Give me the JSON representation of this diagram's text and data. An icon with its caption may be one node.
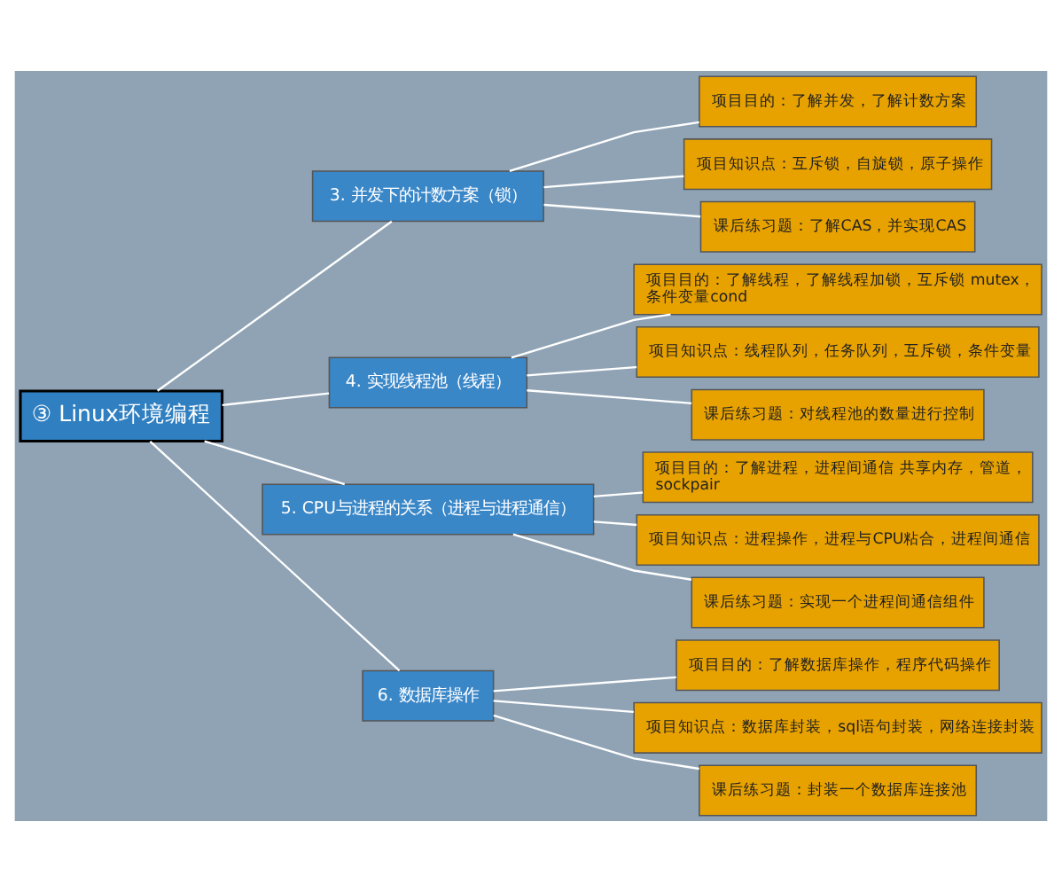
{
  "diagram": {
    "nodes": [
      {
        "text": [
          "③ Linux环境编程"
        ]
      },
      {
        "text": [
          "3. 并发下的计数方案（锁）"
        ]
      },
      {
        "text": [
          "项目目的：了解并发，了解计数方案"
        ]
      },
      {
        "text": [
          "项目知识点：互斥锁，自旋锁，原子操作"
        ]
      },
      {
        "text": [
          "课后练习题：了解CAS，并实现CAS"
        ]
      },
      {
        "text": [
          "4. 实现线程池（线程）"
        ]
      },
      {
        "text": [
          "项目目的：了解线程，了解线程加锁，互斥锁 mutex，条件变量cond"
        ]
      },
      {
        "text": [
          "项目知识点：线程队列，任务队列，互斥锁，条件变量"
        ]
      },
      {
        "text": [
          "课后练习题：对线程池的数量进行控制"
        ]
      },
      {
        "text": [
          "5. CPU与进程的关系（进程与进程通信）"
        ]
      },
      {
        "text": [
          "项目目的：了解进程，进程间通信 共享内存，管道，sockpair"
        ]
      },
      {
        "text": [
          "项目知识点：进程操作，进程与CPU粘合，进程间通信"
        ]
      },
      {
        "text": [
          "课后练习题：实现一个进程间通信组件"
        ]
      },
      {
        "text": [
          "6. 数据库操作"
        ]
      },
      {
        "text": [
          "项目目的：了解数据库操作，程序代码操作"
        ]
      },
      {
        "text": [
          "项目知识点：数据库封装，sql语句封装，网络连接封装"
        ]
      },
      {
        "text": [
          "课后练习题：封装一个数据库连接池"
        ]
      }
    ],
    "edges": [
      {
        "from": 0,
        "to": 1,
        "arrow": "none"
      },
      {
        "from": 1,
        "to": 2,
        "arrow": "none"
      },
      {
        "from": 1,
        "to": 3,
        "arrow": "none"
      },
      {
        "from": 1,
        "to": 4,
        "arrow": "none"
      },
      {
        "from": 0,
        "to": 5,
        "arrow": "none"
      },
      {
        "from": 5,
        "to": 6,
        "arrow": "none"
      },
      {
        "from": 5,
        "to": 7,
        "arrow": "none"
      },
      {
        "from": 5,
        "to": 8,
        "arrow": "none"
      },
      {
        "from": 0,
        "to": 9,
        "arrow": "none"
      },
      {
        "from": 9,
        "to": 10,
        "arrow": "none"
      },
      {
        "from": 9,
        "to": 11,
        "arrow": "none"
      },
      {
        "from": 9,
        "to": 12,
        "arrow": "none"
      },
      {
        "from": 0,
        "to": 13,
        "arrow": "none"
      },
      {
        "from": 13,
        "to": 14,
        "arrow": "none"
      },
      {
        "from": 13,
        "to": 15,
        "arrow": "none"
      },
      {
        "from": 13,
        "to": 16,
        "arrow": "none"
      }
    ]
  }
}
